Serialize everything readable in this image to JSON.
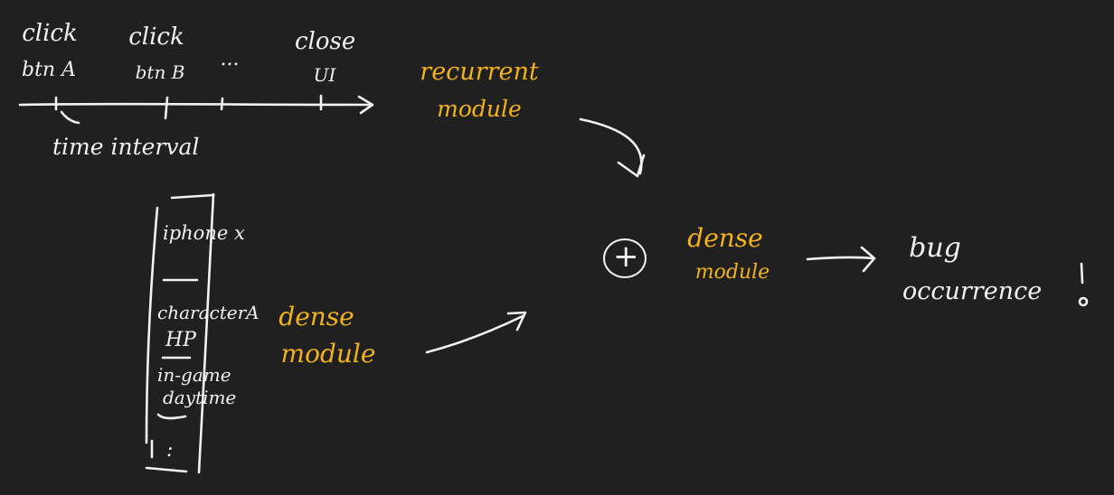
{
  "colors": {
    "background": "#202020",
    "ink": "#f2f2f2",
    "highlight": "#f2b21b"
  },
  "timeline": {
    "events": [
      {
        "line1": "click",
        "line2": "btn A"
      },
      {
        "line1": "click",
        "line2": "btn B"
      },
      {
        "line1": "",
        "line2": "..."
      },
      {
        "line1": "close",
        "line2": "UI"
      }
    ],
    "interval_label": "time interval"
  },
  "recurrent_module": {
    "line1": "recurrent",
    "line2": "module"
  },
  "feature_list": {
    "items": [
      {
        "line1": "iphone x",
        "line2": ""
      },
      {
        "line1": "characterA",
        "line2": "HP"
      },
      {
        "line1": "in-game",
        "line2": "daytime"
      },
      {
        "line1": ":",
        "line2": ""
      }
    ]
  },
  "left_dense_module": {
    "line1": "dense",
    "line2": "module"
  },
  "combine_symbol": "+",
  "dense_module": {
    "line1": "dense",
    "line2": "module"
  },
  "output": {
    "line1": "bug",
    "line2": "occurrence",
    "mark": "!"
  }
}
